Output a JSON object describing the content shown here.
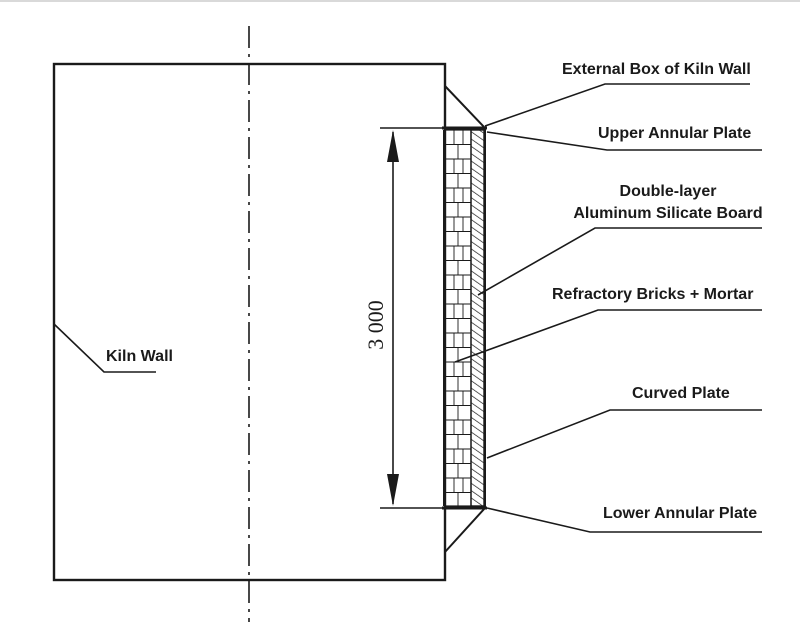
{
  "labels": {
    "external_box": "External Box of Kiln Wall",
    "upper_annular_plate": "Upper Annular Plate",
    "double_layer_line1": "Double-layer",
    "double_layer_line2": "Aluminum Silicate Board",
    "refractory": "Refractory Bricks + Mortar",
    "curved_plate": "Curved Plate",
    "lower_annular_plate": "Lower Annular Plate",
    "kiln_wall": "Kiln Wall"
  },
  "dimension": "3 000",
  "colors": {
    "line": "#1a1a1a",
    "text": "#1a1a1a",
    "background": "#ffffff"
  }
}
